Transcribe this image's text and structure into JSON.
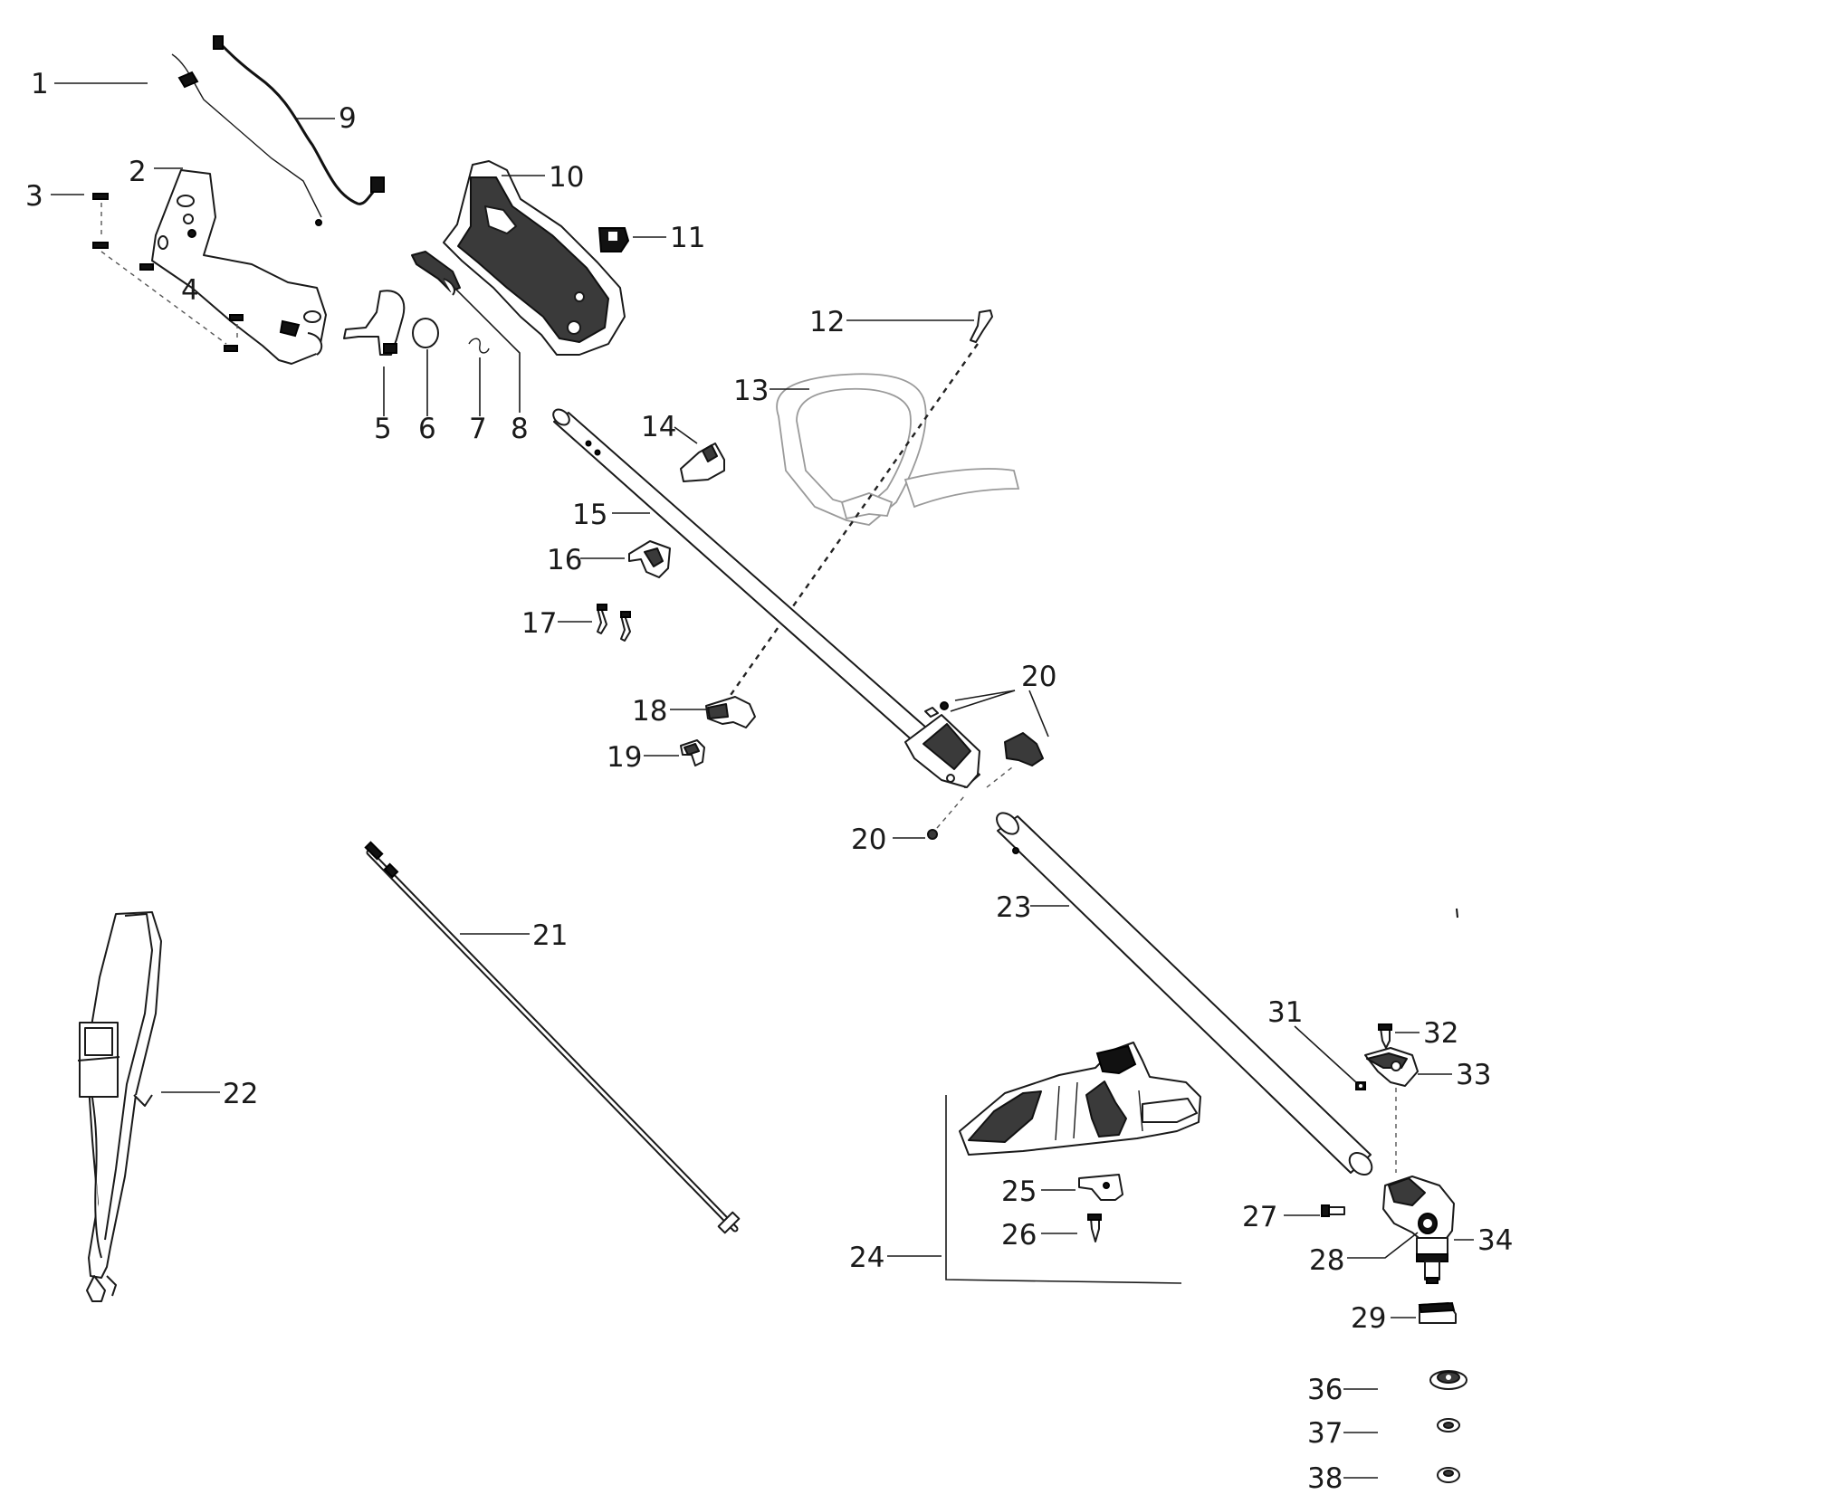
{
  "callouts": {
    "c1": "1",
    "c2": "2",
    "c3": "3",
    "c4": "4",
    "c5": "5",
    "c6": "6",
    "c7": "7",
    "c8": "8",
    "c9": "9",
    "c10": "10",
    "c11": "11",
    "c12": "12",
    "c13": "13",
    "c14": "14",
    "c15": "15",
    "c16": "16",
    "c17": "17",
    "c18": "18",
    "c19": "19",
    "c20a": "20",
    "c20b": "20",
    "c21": "21",
    "c22": "22",
    "c23": "23",
    "c24": "24",
    "c25": "25",
    "c26": "26",
    "c27": "27",
    "c28": "28",
    "c29": "29",
    "c31": "31",
    "c32": "32",
    "c33": "33",
    "c34": "34",
    "c36": "36",
    "c37": "37",
    "c38": "38"
  }
}
